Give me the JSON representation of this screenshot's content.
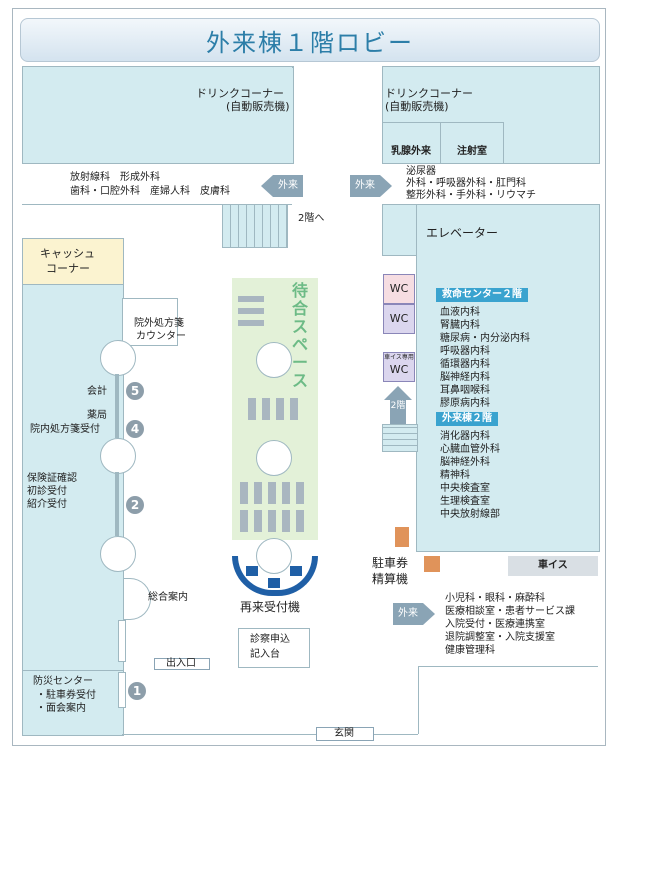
{
  "title": "外来棟１階ロビー",
  "rooms": {
    "drink_left": {
      "line1": "ドリンクコーナー",
      "line2": "(自動販売機)"
    },
    "drink_right": {
      "line1": "ドリンクコーナー",
      "line2": "(自動販売機)"
    },
    "breast_surgery": "乳腺外来",
    "injection": "注射室",
    "cashier": {
      "line1": "キャッシュ",
      "line2": "コーナー"
    },
    "elevator": "エレベーター",
    "outpatient_rx": {
      "line1": "院外処方箋",
      "line2": "カウンター"
    },
    "reception": "再来受付機",
    "consult_desk": {
      "line1": "診察申込",
      "line2": "記入台"
    },
    "info": "総合案内",
    "parking_machine": {
      "line1": "駐車券",
      "line2": "精算機"
    },
    "wheelchair": "車イス",
    "disaster": {
      "line1": "防災センター",
      "line2": "・駐車券受付",
      "line3": "・面会案内"
    },
    "entrance": "出入口",
    "genkan": "玄関",
    "stairs_label": "2階へ",
    "waiting_space": "待合スペース"
  },
  "dept_left_top": {
    "line1": "放射線科　形成外科",
    "line2": "歯科・口腔外科　産婦人科　皮膚科"
  },
  "dept_right_top": {
    "line1": "泌尿器",
    "line2": "外科・呼吸器外科・肛門科",
    "line3": "整形外科・手外科・リウマチ"
  },
  "arrows": {
    "left": "外来",
    "right": "外来",
    "bottom": "外来",
    "up2f": "2階"
  },
  "wc": {
    "a": "WC",
    "b": "WC",
    "c_label": "車イス専用",
    "c": "WC"
  },
  "counters": {
    "kaikei": "会計",
    "yakkyoku": {
      "line1": "薬局",
      "line2": "院内処方箋受付"
    },
    "hoken": {
      "line1": "保険証確認",
      "line2": "初診受付",
      "line3": "紹介受付"
    },
    "nums": {
      "n5": "5",
      "n4": "4",
      "n2": "2",
      "n1": "1"
    }
  },
  "emergency": {
    "heading": "救命センター２階",
    "items": [
      "血液内科",
      "腎臓内科",
      "糖尿病・内分泌内科",
      "呼吸器内科",
      "循環器内科",
      "脳神経内科",
      "耳鼻咽喉科",
      "膠原病内科"
    ]
  },
  "outpatient2f": {
    "heading": "外来棟２階",
    "items": [
      "消化器内科",
      "心臓血管外科",
      "脳神経外科",
      "精神科",
      "中央検査室",
      "生理検査室",
      "中央放射線部"
    ]
  },
  "bottom_right": {
    "items": [
      "小児科・眼科・麻酔科",
      "医療相談室・患者サービス課",
      "入院受付・医療連携室",
      "退院調整室・入院支援室",
      "健康管理科"
    ]
  },
  "colors": {
    "room": "#d3ebf0",
    "accent": "#3aa3cf",
    "cashier": "#fbf3d0",
    "waiting": "#e3f1d8",
    "wc_pink": "#f6dde2",
    "orange": "#e0935a",
    "reception_blue": "#1f5fa6"
  }
}
